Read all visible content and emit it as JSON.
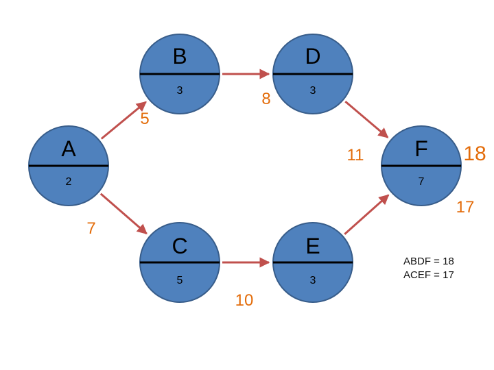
{
  "colors": {
    "node_fill": "#4f81bd",
    "node_stroke": "#385d8a",
    "divider": "#000000",
    "edge": "#c0504d",
    "weight_text": "#e36c0a",
    "node_text": "#000000"
  },
  "nodes": {
    "A": {
      "label": "A",
      "duration": "2"
    },
    "B": {
      "label": "B",
      "duration": "3"
    },
    "C": {
      "label": "C",
      "duration": "5"
    },
    "D": {
      "label": "D",
      "duration": "3"
    },
    "E": {
      "label": "E",
      "duration": "3"
    },
    "F": {
      "label": "F",
      "duration": "7"
    }
  },
  "edge_list": [
    {
      "from": "A",
      "to": "B"
    },
    {
      "from": "B",
      "to": "D"
    },
    {
      "from": "D",
      "to": "F"
    },
    {
      "from": "A",
      "to": "C"
    },
    {
      "from": "C",
      "to": "E"
    },
    {
      "from": "E",
      "to": "F"
    }
  ],
  "weights": {
    "w_b": "5",
    "w_d": "8",
    "w_f_upper": "11",
    "w_c": "7",
    "w_e": "10",
    "w_f_lower": "17",
    "w_total": "18"
  },
  "summary": {
    "line1": "ABDF = 18",
    "line2": "ACEF = 17"
  }
}
